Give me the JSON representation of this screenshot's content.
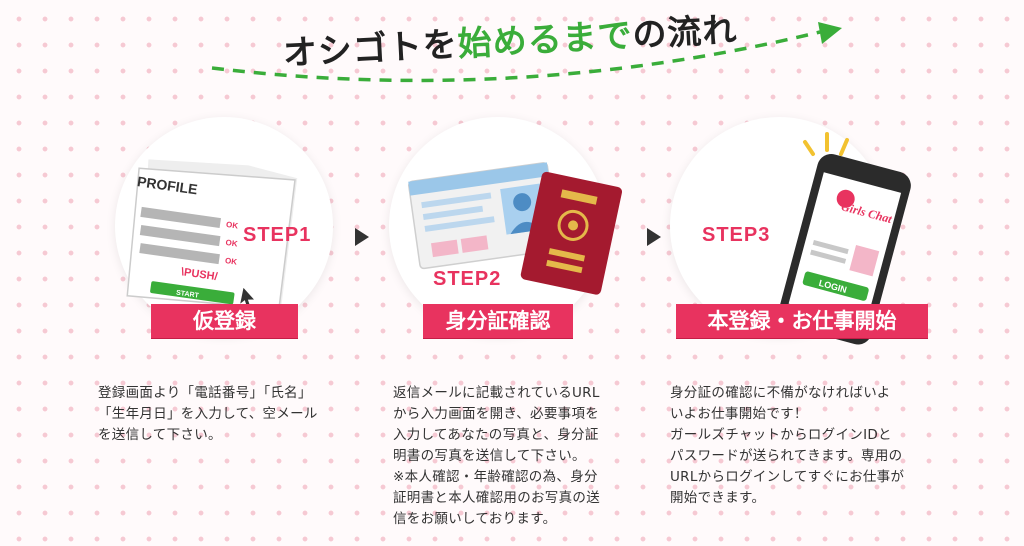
{
  "heading": {
    "prefix": "オシゴトを",
    "highlight": "始めるまで",
    "suffix": "の流れ"
  },
  "colors": {
    "accent": "#e8335f",
    "green": "#3aad3a",
    "dots": "#f6c9d3"
  },
  "steps": [
    {
      "label": "STEP1",
      "banner": "仮登録",
      "illustration": {
        "profile_title": "PROFILE",
        "ok_marks": [
          "OK",
          "OK",
          "OK"
        ],
        "push_text": "\\PUSH/",
        "start_button": "START"
      },
      "description": "登録画面より「電話番号」「氏名」\n「生年月日」を入力して、空メール\nを送信して下さい。"
    },
    {
      "label": "STEP2",
      "banner": "身分証確認",
      "description": "返信メールに記載されているURL\nから入力画面を開き、必要事項を\n入力してあなたの写真と、身分証\n明書の写真を送信して下さい。\n※本人確認・年齢確認の為、身分\n証明書と本人確認用のお写真の送\n信をお願いしております。"
    },
    {
      "label": "STEP3",
      "banner": "本登録・お仕事開始",
      "illustration": {
        "logo_text": "Girls Chat",
        "login_button": "LOGIN"
      },
      "description": "身分証の確認に不備がなければいよ\nいよお仕事開始です！\nガールズチャットからログインIDと\nパスワードが送られてきます。専用の\nURLからログインしてすぐにお仕事が\n開始できます。"
    }
  ]
}
